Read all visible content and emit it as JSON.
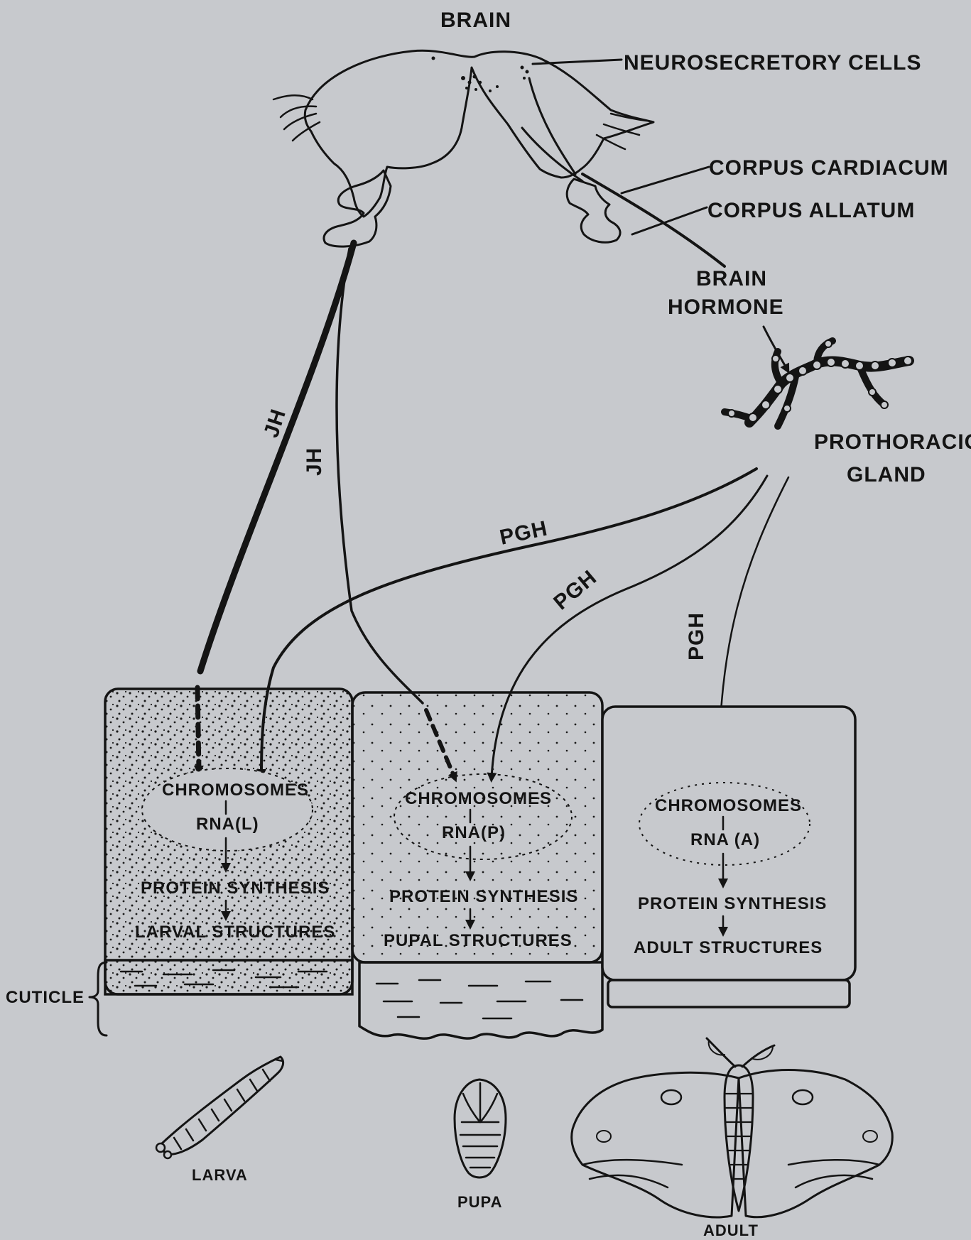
{
  "labels": {
    "brain": "BRAIN",
    "neurosecretory_cells": "NEUROSECRETORY  CELLS",
    "corpus_cardiacum": "CORPUS  CARDIACUM",
    "corpus_allatum": "CORPUS  ALLATUM",
    "brain_hormone_line1": "BRAIN",
    "brain_hormone_line2": "HORMONE",
    "prothoracic_line1": "PROTHORACIC",
    "prothoracic_line2": "GLAND",
    "jh": "JH",
    "pgh": "PGH",
    "cuticle": "CUTICLE"
  },
  "cells": [
    {
      "chromosomes": "CHROMOSOMES",
      "rna": "RNA(L)",
      "protein": "PROTEIN  SYNTHESIS",
      "structures": "LARVAL  STRUCTURES"
    },
    {
      "chromosomes": "CHROMOSOMES",
      "rna": "RNA(P)",
      "protein": "PROTEIN  SYNTHESIS",
      "structures": "PUPAL  STRUCTURES"
    },
    {
      "chromosomes": "CHROMOSOMES",
      "rna": "RNA (A)",
      "protein": "PROTEIN  SYNTHESIS",
      "structures": "ADULT  STRUCTURES"
    }
  ],
  "stages": {
    "larva": "LARVA",
    "pupa": "PUPA",
    "adult": "ADULT"
  }
}
